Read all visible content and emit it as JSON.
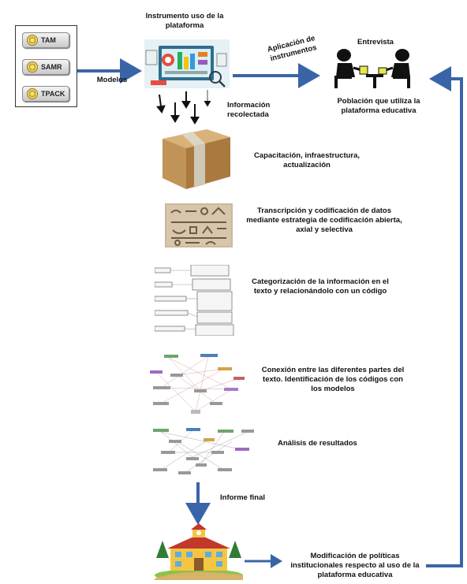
{
  "models": {
    "items": [
      "TAM",
      "SAMR",
      "TPACK"
    ],
    "label": "Modelos"
  },
  "steps": {
    "instrument_title": "Instrumento uso de la plataforma",
    "application": "Aplicación de instrumentos",
    "interview": "Entrevista",
    "population": "Población que utiliza la plataforma educativa",
    "info_collected": "Información recolectada",
    "training": "Capacitación, infraestructura, actualización",
    "transcription": "Transcripción y codificación de datos mediante estrategia de codificación abierta, axial y selectiva",
    "categorization": "Categorización de la información en el texto y relacionándolo con un código",
    "connection": "Conexión entre las diferentes partes del texto. Identificación de los códigos con los modelos",
    "analysis": "Análisis de resultados",
    "final_report": "Informe final",
    "policy": "Modificación de políticas institucionales respecto al uso de la plataforma educativa"
  },
  "colors": {
    "arrow": "#3a64a8",
    "box_brown": "#b98c4e",
    "roof": "#c0392b"
  }
}
